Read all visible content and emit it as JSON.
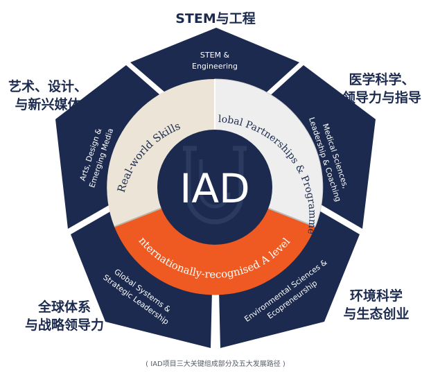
{
  "outer_labels": {
    "top": "STEM与工程",
    "top_left": [
      "艺术、设计、",
      "与新兴媒体"
    ],
    "top_right": [
      "医学科学、",
      "领导力与指导"
    ],
    "bottom_left": [
      "全球体系",
      "与战略领导力"
    ],
    "bottom_right": [
      "环境科学",
      "与生态创业"
    ]
  },
  "ring_segments": {
    "top": [
      "STEM &",
      "Engineering"
    ],
    "top_right": [
      "Medical Sciences,",
      "Leadership & Coaching"
    ],
    "bottom_right": [
      "Environmental Sciences &",
      "Ecopreneurship"
    ],
    "bottom_left": [
      "Global Systems &",
      "Strategic Leadership"
    ],
    "top_left": [
      "Arts, Design &",
      "Emerging Media"
    ]
  },
  "inner_ring": {
    "left": "Real-world Skills",
    "right": "Global Partnerships & Programmes",
    "bottom": "Internationally-recognised A levels"
  },
  "center": "IAD",
  "caption": "( IAD项目三大关键组成部分及五大发展路径 )",
  "colors": {
    "navy": "#1b2a4e",
    "beige": "#ece4d6",
    "light_grey": "#eeeeee",
    "orange": "#ee5a21",
    "white": "#ffffff"
  }
}
